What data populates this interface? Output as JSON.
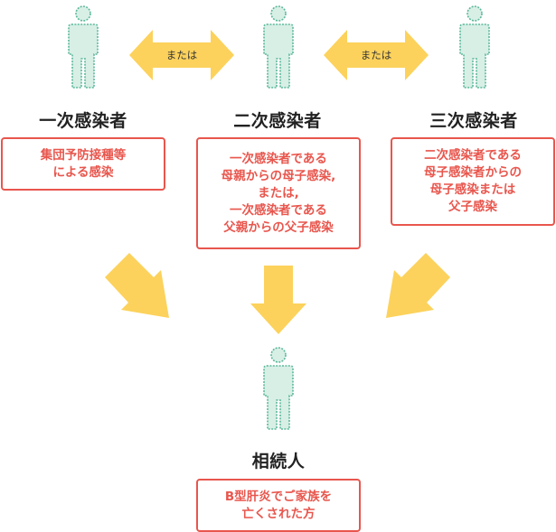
{
  "colors": {
    "person_fill": "#d8efe6",
    "person_stroke": "#5bb89a",
    "accent_red": "#e8564d",
    "arrow_yellow": "#fcd25c"
  },
  "icons": [
    "person-icon",
    "double-arrow-icon",
    "down-arrow-icon"
  ],
  "connectors": {
    "or_label_1": "または",
    "or_label_2": "または"
  },
  "nodes": {
    "primary": {
      "title": "一次感染者",
      "description": "集団予防接種等\nによる感染"
    },
    "secondary": {
      "title": "二次感染者",
      "description": "一次感染者である\n母親からの母子感染,\nまたは,\n一次感染者である\n父親からの父子感染"
    },
    "tertiary": {
      "title": "三次感染者",
      "description": "二次感染者である\n母子感染者からの\n母子感染または\n父子感染"
    },
    "heir": {
      "title": "相続人",
      "description": "B型肝炎でご家族を\n亡くされた方"
    }
  }
}
